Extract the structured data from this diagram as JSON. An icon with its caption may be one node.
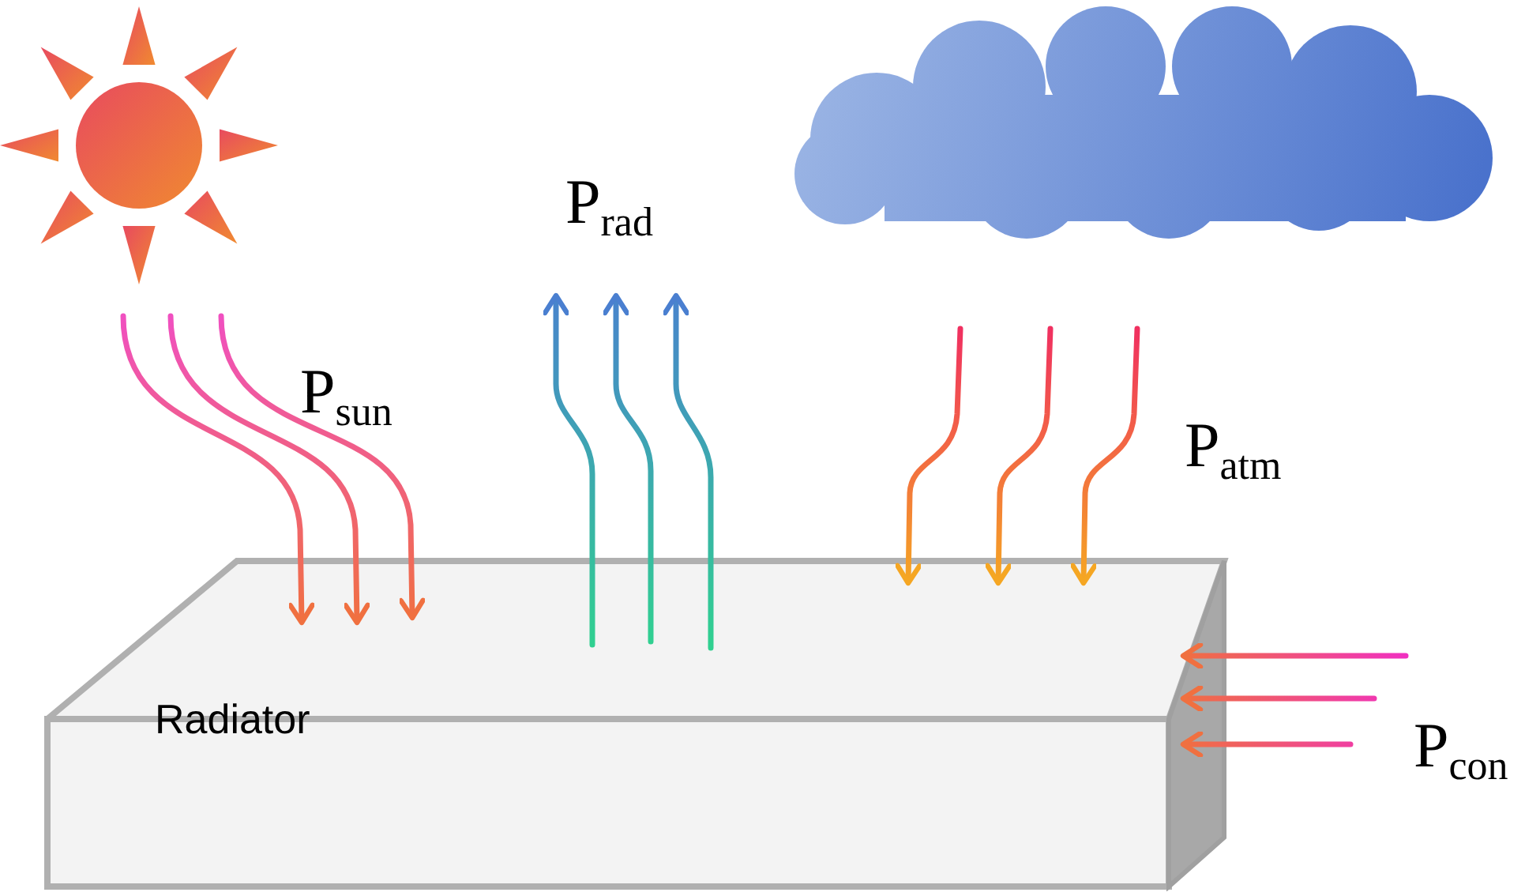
{
  "diagram": {
    "nodes": [
      {
        "text": [],
        "shape": "picture"
      },
      {
        "text": [],
        "shape": "cloud"
      },
      {
        "text": [
          "Radiator"
        ]
      }
    ],
    "edges": [
      {
        "from": 0,
        "to": 2,
        "arrow": "to"
      },
      {
        "from": 0,
        "to": 2,
        "arrow": "to"
      },
      {
        "from": 0,
        "to": 2,
        "arrow": "to"
      },
      {
        "from": 2,
        "to": null,
        "arrow": "to"
      },
      {
        "from": 2,
        "to": null,
        "arrow": "to"
      },
      {
        "from": 2,
        "to": null,
        "arrow": "to"
      },
      {
        "from": 1,
        "to": 2,
        "arrow": "to"
      },
      {
        "from": 1,
        "to": 2,
        "arrow": "to"
      },
      {
        "from": 1,
        "to": 2,
        "arrow": "to"
      },
      {
        "from": null,
        "to": 2,
        "arrow": "to"
      },
      {
        "from": null,
        "to": 2,
        "arrow": "to"
      },
      {
        "from": null,
        "to": 2,
        "arrow": "to"
      }
    ],
    "labels": [
      "P$_{sun}$",
      "P$_{rad}$",
      "P$_{atm}$",
      "P$_{con}$"
    ]
  }
}
